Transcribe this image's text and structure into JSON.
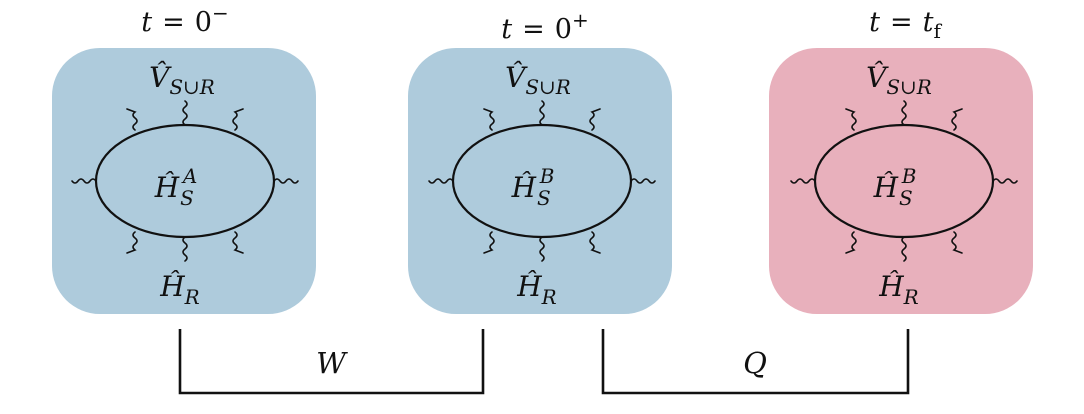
{
  "colors": {
    "before_and_quench_box": "#aecbdc",
    "final_box": "#e8b0bc",
    "ink": "#111111"
  },
  "panels": [
    {
      "time": {
        "lhs": "t",
        "eq": "=",
        "rhs": "0",
        "sup": "−"
      },
      "coupling": {
        "symbol": "V̂",
        "sub": "S∪R"
      },
      "system": {
        "symbol": "Ĥ",
        "sub": "S",
        "sup": "A"
      },
      "reservoir": {
        "symbol": "Ĥ",
        "sub": "R"
      }
    },
    {
      "time": {
        "lhs": "t",
        "eq": "=",
        "rhs": "0",
        "sup": "+"
      },
      "coupling": {
        "symbol": "V̂",
        "sub": "S∪R"
      },
      "system": {
        "symbol": "Ĥ",
        "sub": "S",
        "sup": "B"
      },
      "reservoir": {
        "symbol": "Ĥ",
        "sub": "R"
      }
    },
    {
      "time": {
        "lhs": "t",
        "eq": "=",
        "rhs": "t",
        "sub": "f"
      },
      "coupling": {
        "symbol": "V̂",
        "sub": "S∪R"
      },
      "system": {
        "symbol": "Ĥ",
        "sub": "S",
        "sup": "B"
      },
      "reservoir": {
        "symbol": "Ĥ",
        "sub": "R"
      }
    }
  ],
  "transitions": {
    "work_label": "W",
    "heat_label": "Q"
  }
}
